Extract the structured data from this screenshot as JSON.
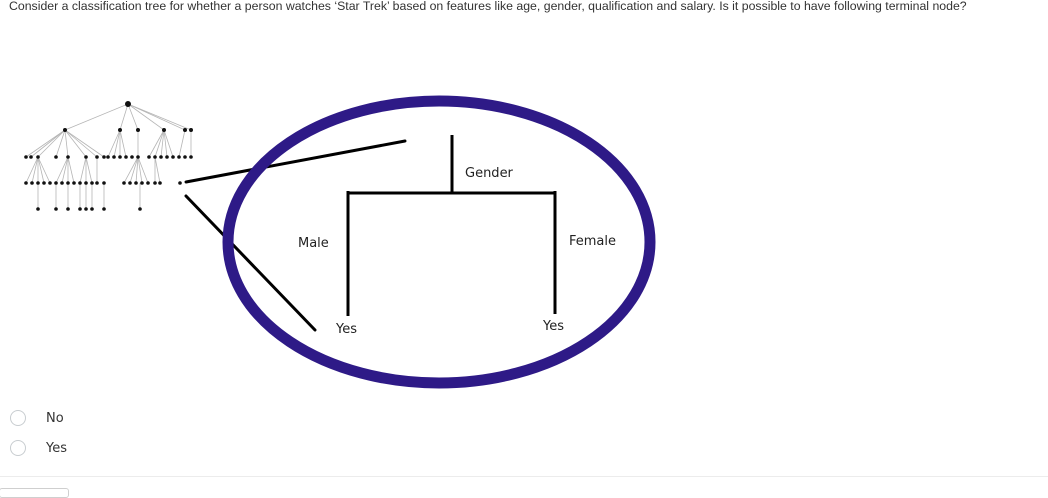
{
  "question": {
    "text": "Consider a classification tree for whether a person watches ‘Star Trek’ based on features like age, gender, qualification and salary. Is it possible to have following terminal node?"
  },
  "figure": {
    "zoom_ellipse_color": "#2e1a87",
    "split_label": "Gender",
    "left_branch_label": "Male",
    "right_branch_label": "Female",
    "left_leaf_label": "Yes",
    "right_leaf_label": "Yes",
    "icons": [
      "tree-thumbnail-icon",
      "magnifier-ellipse-icon"
    ]
  },
  "options": [
    {
      "label": "No",
      "selected": false
    },
    {
      "label": "Yes",
      "selected": false
    }
  ]
}
